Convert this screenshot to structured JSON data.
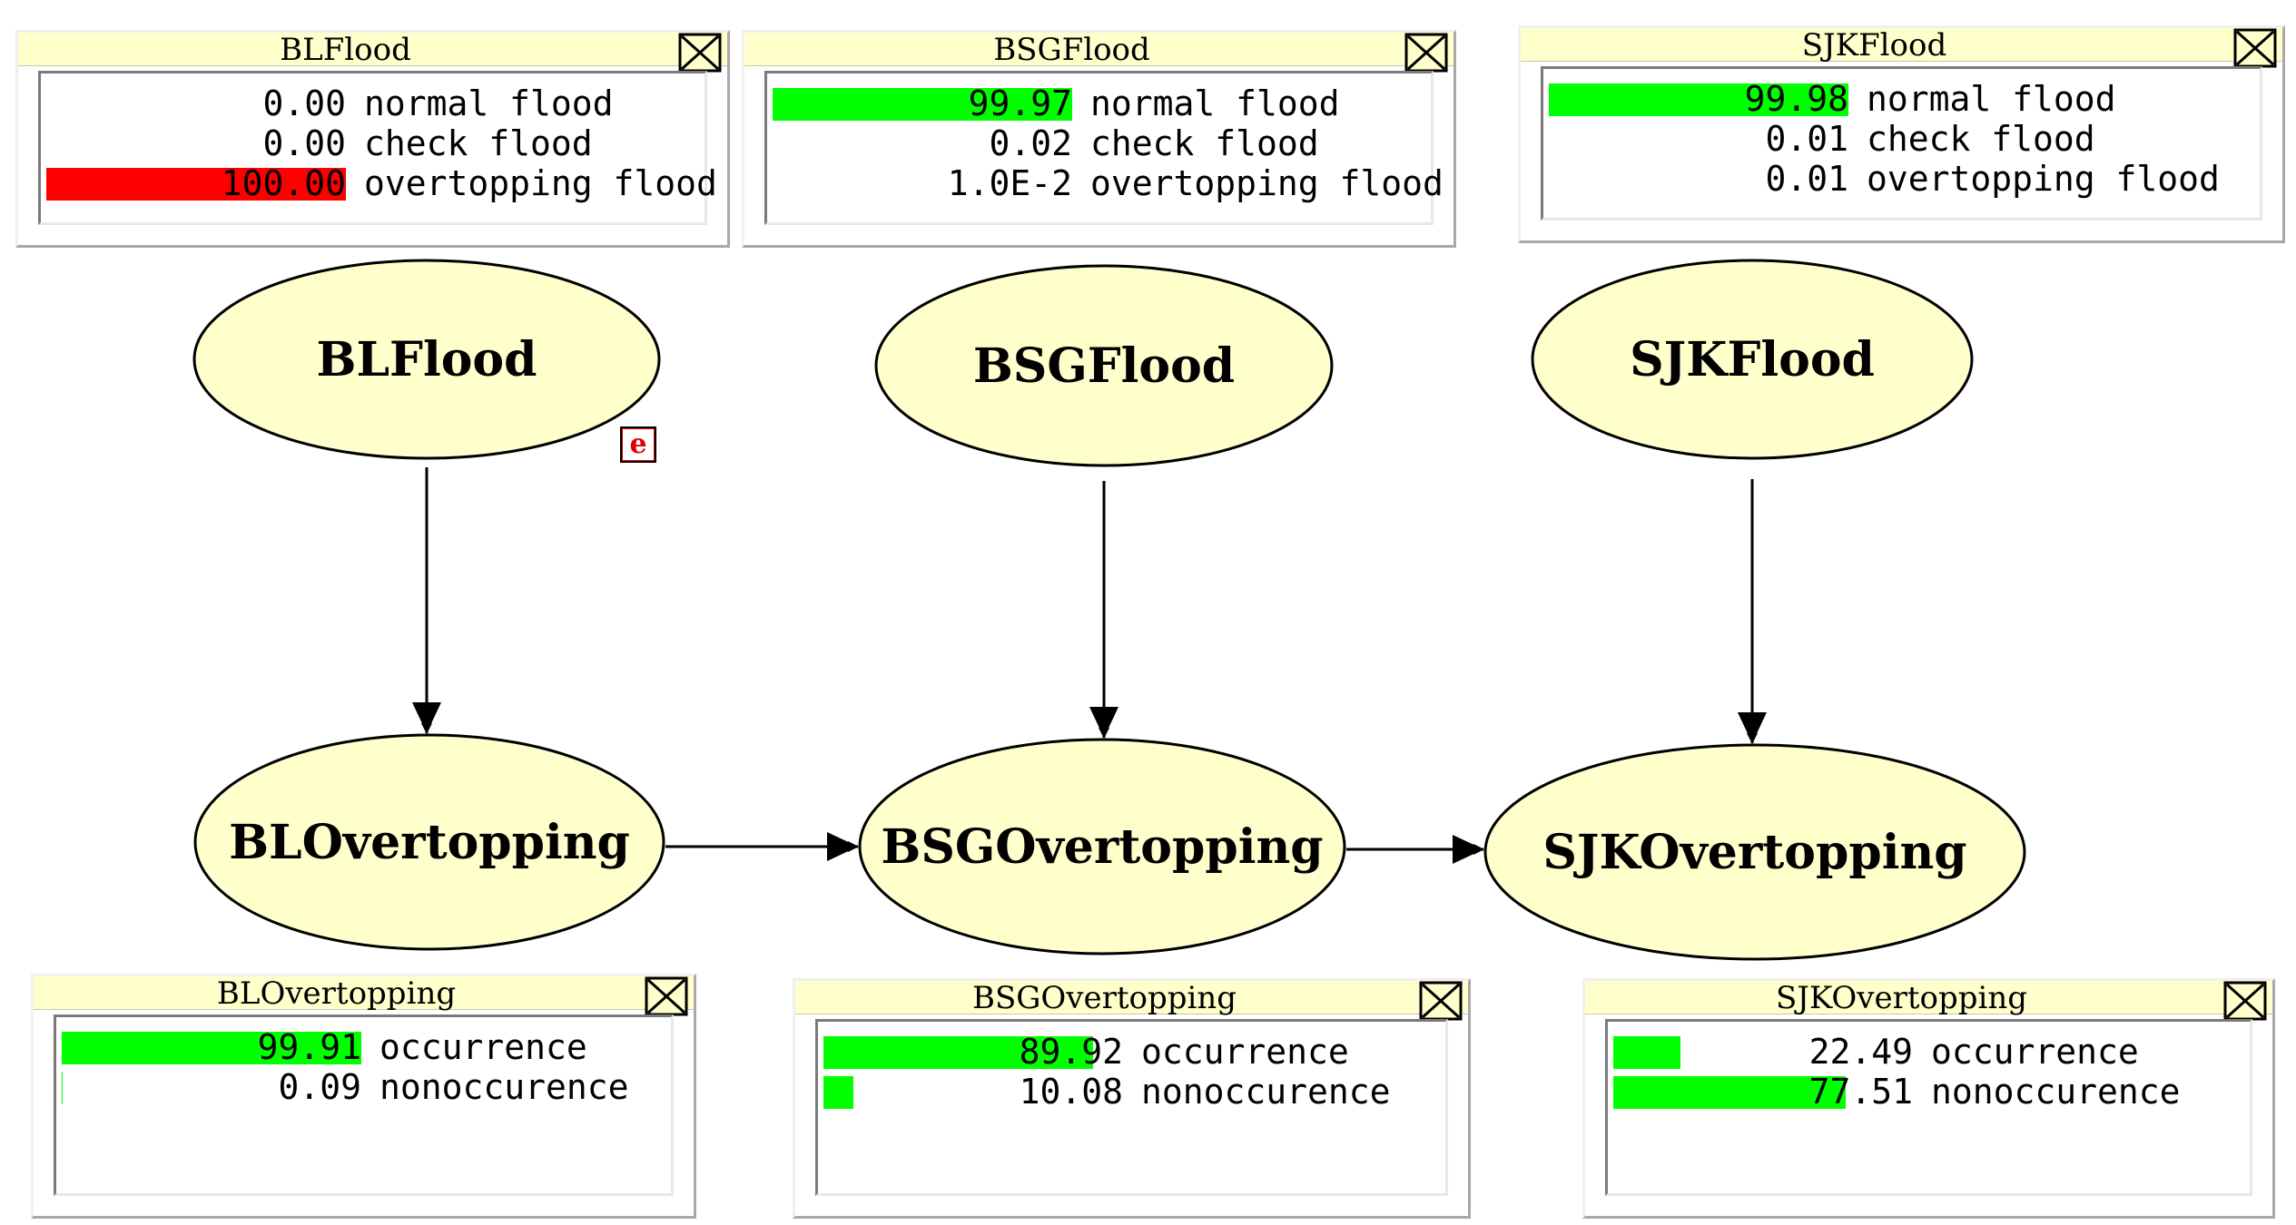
{
  "colors": {
    "node_fill": "#ffffcc",
    "node_stroke": "#000000",
    "title_fill": "#ffffcc",
    "bar_belief": "#00ff00",
    "bar_evidence": "#ff0000",
    "edge": "#000000"
  },
  "nodes": [
    {
      "id": "blflood",
      "label": "BLFlood"
    },
    {
      "id": "bsgflood",
      "label": "BSGFlood"
    },
    {
      "id": "sjkflood",
      "label": "SJKFlood"
    },
    {
      "id": "blovertopping",
      "label": "BLOvertopping"
    },
    {
      "id": "bsgovertopping",
      "label": "BSGOvertopping"
    },
    {
      "id": "sjkovertopping",
      "label": "SJKOvertopping"
    }
  ],
  "edges": [
    {
      "from": "blflood",
      "to": "blovertopping"
    },
    {
      "from": "bsgflood",
      "to": "bsgovertopping"
    },
    {
      "from": "sjkflood",
      "to": "sjkovertopping"
    },
    {
      "from": "blovertopping",
      "to": "bsgovertopping"
    },
    {
      "from": "bsgovertopping",
      "to": "sjkovertopping"
    }
  ],
  "evidence_badge": {
    "node": "blflood",
    "label": "e",
    "icon": "evidence-icon"
  },
  "monitors": [
    {
      "id": "blflood",
      "title": "BLFlood",
      "close_icon": "close-icon",
      "rows": [
        {
          "value_text": "0.00",
          "state": "normal flood",
          "percent": 0,
          "evidence": false
        },
        {
          "value_text": "0.00",
          "state": "check flood",
          "percent": 0,
          "evidence": false
        },
        {
          "value_text": "100.00",
          "state": "overtopping flood",
          "percent": 100,
          "evidence": true
        }
      ]
    },
    {
      "id": "bsgflood",
      "title": "BSGFlood",
      "close_icon": "close-icon",
      "rows": [
        {
          "value_text": "99.97",
          "state": "normal flood",
          "percent": 99.97,
          "evidence": false
        },
        {
          "value_text": "0.02",
          "state": "check flood",
          "percent": 0.02,
          "evidence": false
        },
        {
          "value_text": "1.0E-2",
          "state": "overtopping flood",
          "percent": 0.01,
          "evidence": false
        }
      ]
    },
    {
      "id": "sjkflood",
      "title": "SJKFlood",
      "close_icon": "close-icon",
      "rows": [
        {
          "value_text": "99.98",
          "state": "normal flood",
          "percent": 99.98,
          "evidence": false
        },
        {
          "value_text": "0.01",
          "state": "check flood",
          "percent": 0.01,
          "evidence": false
        },
        {
          "value_text": "0.01",
          "state": "overtopping flood",
          "percent": 0.01,
          "evidence": false
        }
      ]
    },
    {
      "id": "blovertopping",
      "title": "BLOvertopping",
      "close_icon": "close-icon",
      "rows": [
        {
          "value_text": "99.91",
          "state": "occurrence",
          "percent": 99.91,
          "evidence": false
        },
        {
          "value_text": "0.09",
          "state": "nonoccurence",
          "percent": 0.09,
          "evidence": false
        }
      ]
    },
    {
      "id": "bsgovertopping",
      "title": "BSGOvertopping",
      "close_icon": "close-icon",
      "rows": [
        {
          "value_text": "89.92",
          "state": "occurrence",
          "percent": 89.92,
          "evidence": false
        },
        {
          "value_text": "10.08",
          "state": "nonoccurence",
          "percent": 10.08,
          "evidence": false
        }
      ]
    },
    {
      "id": "sjkovertopping",
      "title": "SJKOvertopping",
      "close_icon": "close-icon",
      "rows": [
        {
          "value_text": "22.49",
          "state": "occurrence",
          "percent": 22.49,
          "evidence": false
        },
        {
          "value_text": "77.51",
          "state": "nonoccurence",
          "percent": 77.51,
          "evidence": false
        }
      ]
    }
  ]
}
